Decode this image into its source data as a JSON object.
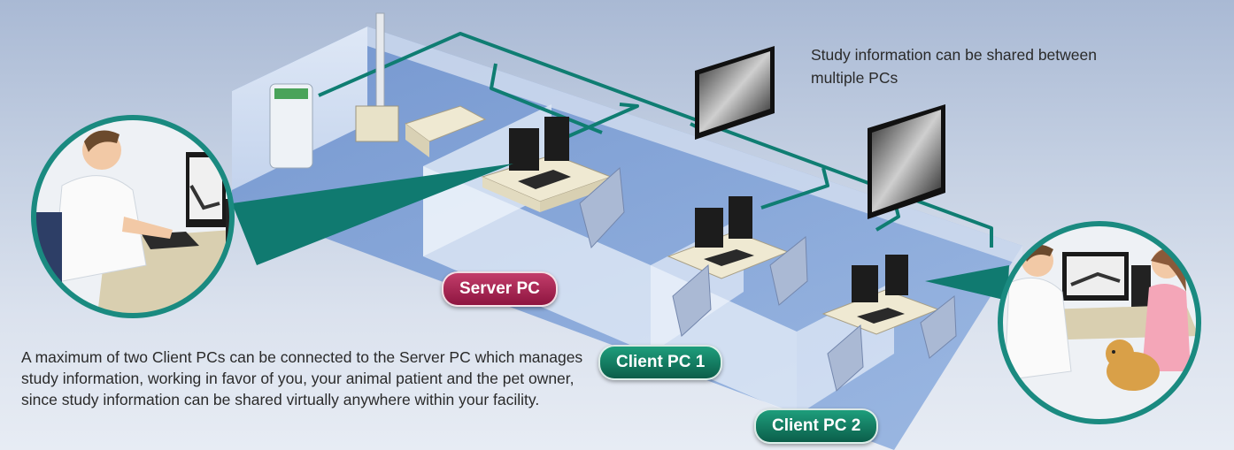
{
  "info_text": "Study information can be shared between multiple PCs",
  "description": "A maximum of two Client PCs can be connected to the Server PC which manages study information, working in favor of you, your animal patient and the pet owner, since study information can be shared virtually anywhere within your facility.",
  "labels": {
    "server": "Server PC",
    "client1": "Client PC 1",
    "client2": "Client PC 2"
  },
  "colors": {
    "network_line": "#0f7d72",
    "server_label": "#a8264f",
    "client_label": "#137a60",
    "floor": "#7da0d6",
    "circle_border": "#1a8a80"
  }
}
